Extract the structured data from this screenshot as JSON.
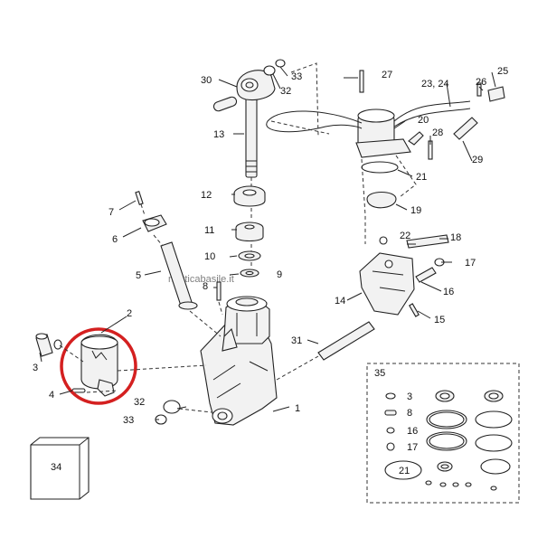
{
  "diagram": {
    "watermark": "nauticabasile.it",
    "highlight_color": "#d42020",
    "callouts": {
      "c1": "1",
      "c2": "2",
      "c3": "3",
      "c4": "4",
      "c5": "5",
      "c6": "6",
      "c7": "7",
      "c8": "8",
      "c9": "9",
      "c10": "10",
      "c11": "11",
      "c12": "12",
      "c13": "13",
      "c14": "14",
      "c15": "15",
      "c16": "16",
      "c17": "17",
      "c18": "18",
      "c19": "19",
      "c20": "20",
      "c21": "21",
      "c22": "22",
      "c23_24": "23, 24",
      "c25": "25",
      "c26": "26",
      "c27": "27",
      "c28": "28",
      "c29": "29",
      "c30": "30",
      "c31": "31",
      "c32a": "32",
      "c32b": "32",
      "c33a": "33",
      "c33b": "33",
      "c34": "34",
      "c35": "35"
    },
    "kit_callouts": {
      "k3": "3",
      "k8": "8",
      "k16": "16",
      "k17": "17",
      "k21": "21"
    }
  }
}
